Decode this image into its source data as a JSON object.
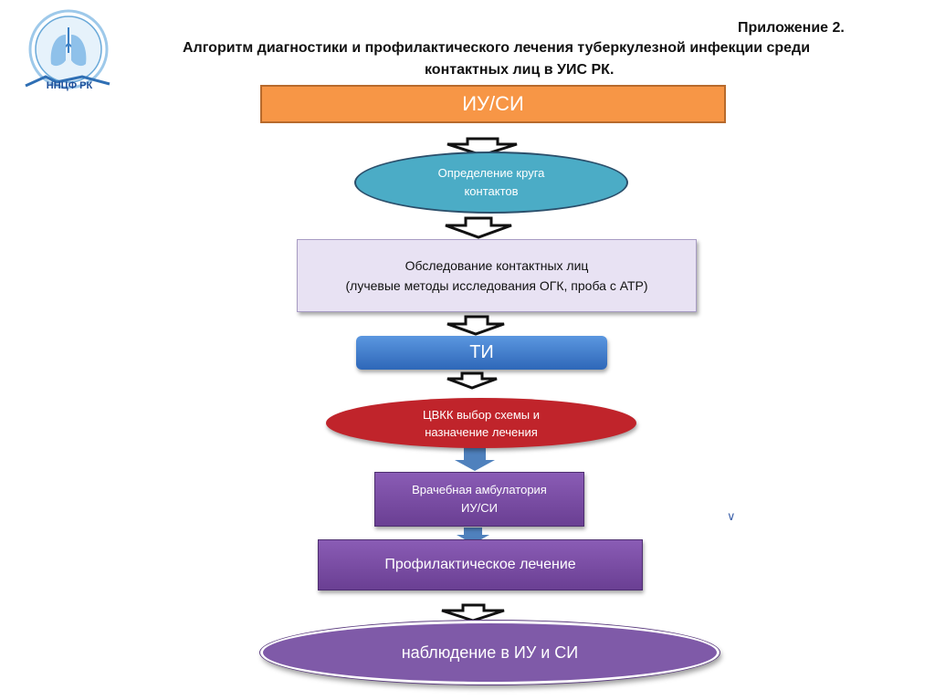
{
  "header": {
    "appendix": "Приложение 2.",
    "title_line1": "Алгоритм  диагностики и  профилактического лечения туберкулезной инфекции среди",
    "title_line2": "контактных лиц в УИС РК."
  },
  "logo": {
    "text": "ННЦФ РК"
  },
  "colors": {
    "orange": "#F79646",
    "teal": "#4BACC6",
    "lavender": "#E8E2F3",
    "blue": "#3B78C9",
    "red": "#C0242B",
    "purple": "#7A4AA0",
    "purple_light": "#8A64B4"
  },
  "flow": {
    "iu_si": "ИУ/СИ",
    "contacts_line1": "Определение круга",
    "contacts_line2": "контактов",
    "exam_line1": "Обследование контактных лиц",
    "exam_line2": "(лучевые методы исследования ОГК, проба с АТР)",
    "ti": "ТИ",
    "cvkk_line1": "ЦВКК выбор схемы и",
    "cvkk_line2": "назначение лечения",
    "ambul_line1": "Врачебная амбулатория",
    "ambul_line2": "ИУ/СИ",
    "prophylaxis": "Профилактическое лечение",
    "observation": "наблюдение в ИУ и СИ"
  },
  "stray_mark": "∨"
}
